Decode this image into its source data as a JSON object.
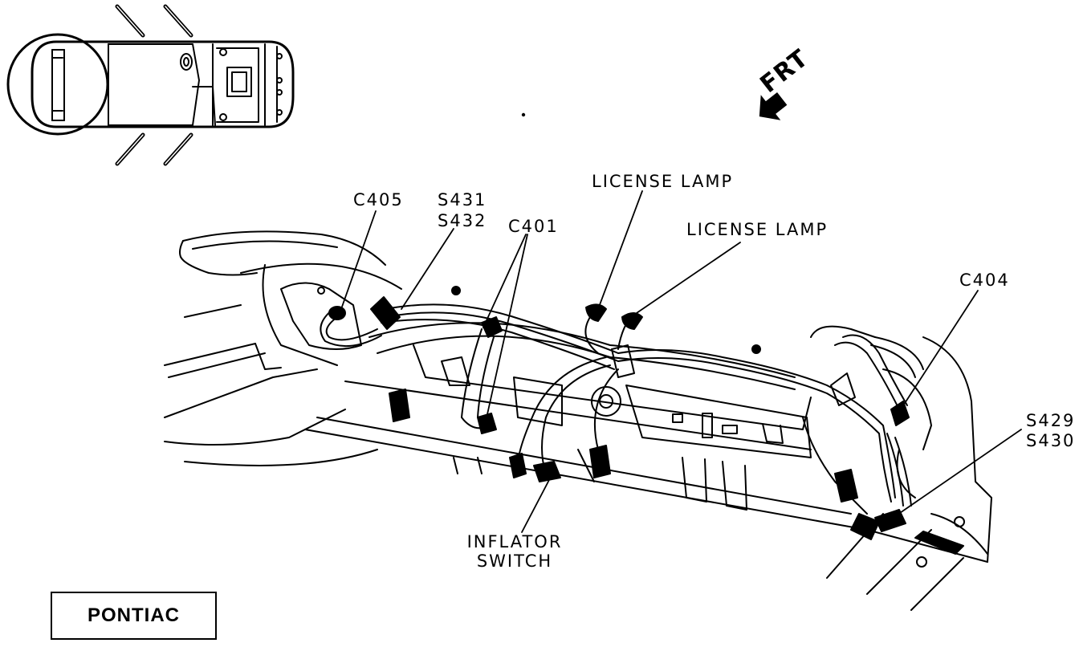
{
  "orientation": {
    "arrow_label": "FRT",
    "icon": "front-arrow-icon"
  },
  "callouts": {
    "c405": "C405",
    "s431": "S431",
    "s432": "S432",
    "c401": "C401",
    "license_lamp_1": "LICENSE LAMP",
    "license_lamp_2": "LICENSE LAMP",
    "c404": "C404",
    "s429": "S429",
    "s430": "S430",
    "inflator_switch_line1": "INFLATOR",
    "inflator_switch_line2": "SWITCH"
  },
  "brand_label": "PONTIAC",
  "colors": {
    "ink": "#000000",
    "paper": "#ffffff"
  }
}
